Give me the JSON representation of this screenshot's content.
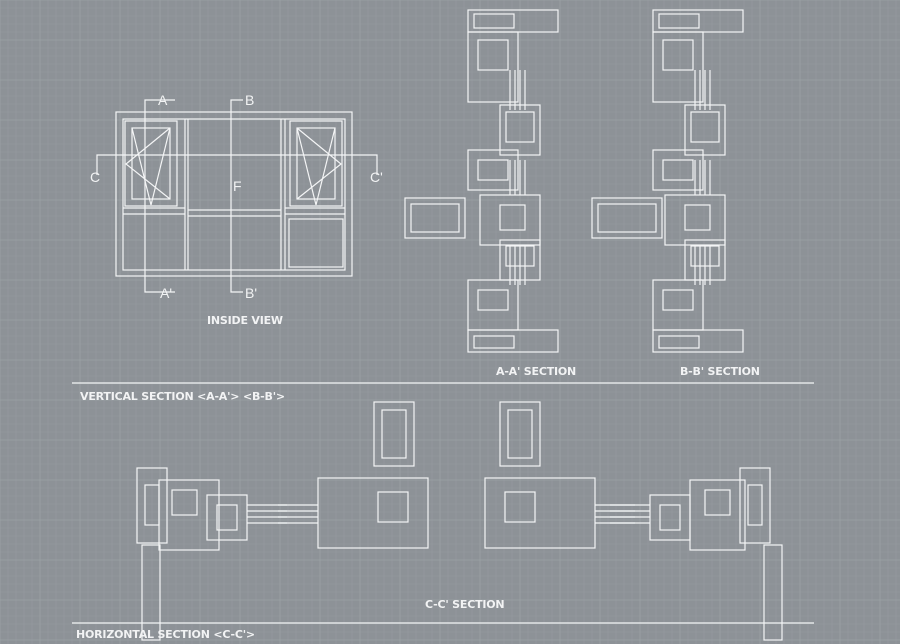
{
  "inside_view": {
    "title": "INSIDE VIEW",
    "markers": {
      "a": "A",
      "a_prime": "A'",
      "b": "B",
      "b_prime": "B'",
      "c": "C",
      "c_prime": "C'",
      "f": "F"
    }
  },
  "sections": {
    "aa": "A-A' SECTION",
    "bb": "B-B' SECTION",
    "cc": "C-C' SECTION"
  },
  "headings": {
    "vertical": "VERTICAL SECTION  <A-A'> <B-B'>",
    "horizontal": "HORIZONTAL SECTION <C-C'>"
  },
  "colors": {
    "background": "#8d9297",
    "line": "#f4f5f6",
    "grid": "#9aa0a5"
  }
}
